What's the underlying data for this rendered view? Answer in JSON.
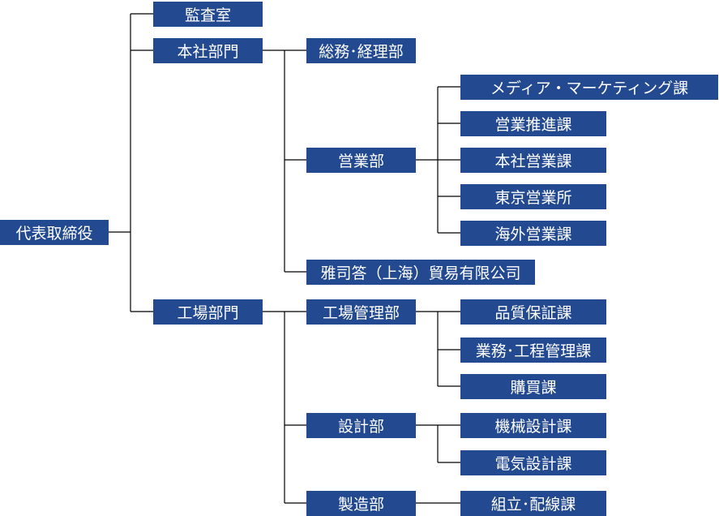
{
  "org_chart": {
    "root": {
      "label": "代表取締役"
    },
    "audit": {
      "label": "監査室"
    },
    "head_office": {
      "label": "本社部門",
      "general_affairs": {
        "label": "総務･経理部"
      },
      "sales": {
        "label": "営業部",
        "media_marketing": {
          "label": "メディア・マーケティング課"
        },
        "sales_promotion": {
          "label": "営業推進課"
        },
        "head_office_sales": {
          "label": "本社営業課"
        },
        "tokyo_office": {
          "label": "東京営業所"
        },
        "overseas_sales": {
          "label": "海外営業課"
        }
      },
      "shanghai": {
        "label": "雅司答（上海）貿易有限公司"
      }
    },
    "factory": {
      "label": "工場部門",
      "factory_mgmt": {
        "label": "工場管理部",
        "quality_assurance": {
          "label": "品質保証課"
        },
        "process_mgmt": {
          "label": "業務･工程管理課"
        },
        "purchasing": {
          "label": "購買課"
        }
      },
      "design": {
        "label": "設計部",
        "mechanical": {
          "label": "機械設計課"
        },
        "electrical": {
          "label": "電気設計課"
        }
      },
      "manufacturing": {
        "label": "製造部",
        "assembly": {
          "label": "組立･配線課"
        }
      }
    }
  },
  "colors": {
    "box": "#234a91",
    "text": "#ffffff",
    "line": "#000000"
  }
}
